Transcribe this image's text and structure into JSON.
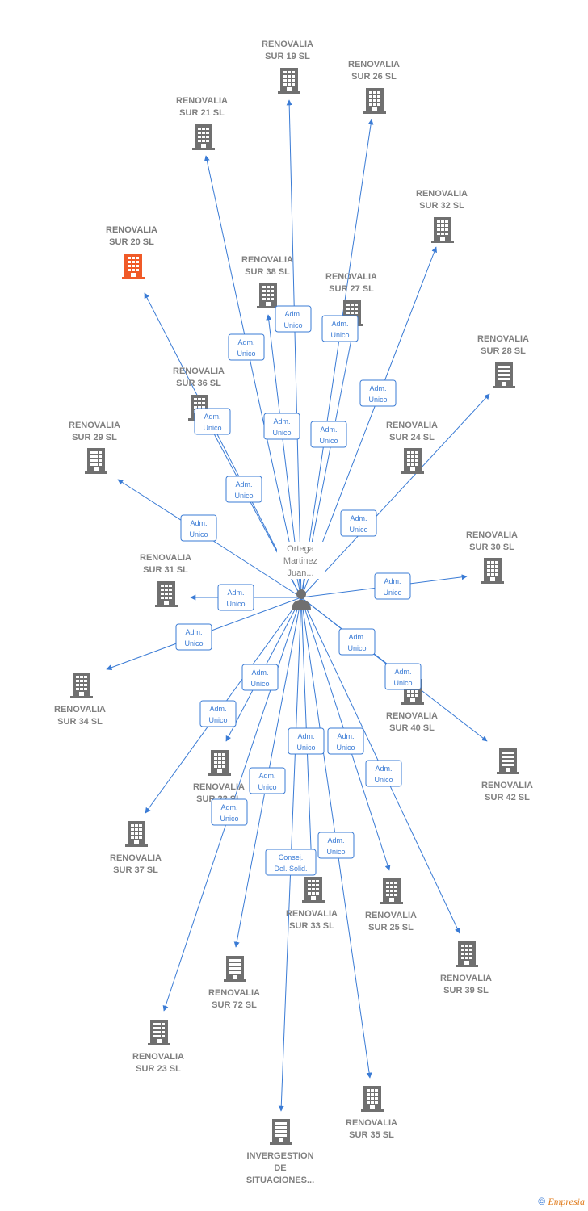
{
  "center": {
    "label_lines": [
      "Ortega",
      "Martinez",
      "Juan..."
    ],
    "icon": "person-icon"
  },
  "companies": [
    {
      "id": "sur19",
      "lines": [
        "RENOVALIA",
        "SUR 19  SL"
      ],
      "highlight": false
    },
    {
      "id": "sur26",
      "lines": [
        "RENOVALIA",
        "SUR 26  SL"
      ],
      "highlight": false
    },
    {
      "id": "sur21",
      "lines": [
        "RENOVALIA",
        "SUR 21  SL"
      ],
      "highlight": false
    },
    {
      "id": "sur32",
      "lines": [
        "RENOVALIA",
        "SUR 32  SL"
      ],
      "highlight": false
    },
    {
      "id": "sur20",
      "lines": [
        "RENOVALIA",
        "SUR 20  SL"
      ],
      "highlight": true
    },
    {
      "id": "sur38",
      "lines": [
        "RENOVALIA",
        "SUR 38  SL"
      ],
      "highlight": false
    },
    {
      "id": "sur27",
      "lines": [
        "RENOVALIA",
        "SUR 27  SL"
      ],
      "highlight": false
    },
    {
      "id": "sur28",
      "lines": [
        "RENOVALIA",
        "SUR 28  SL"
      ],
      "highlight": false
    },
    {
      "id": "sur36",
      "lines": [
        "RENOVALIA",
        "SUR 36  SL"
      ],
      "highlight": false
    },
    {
      "id": "sur29",
      "lines": [
        "RENOVALIA",
        "SUR 29  SL"
      ],
      "highlight": false
    },
    {
      "id": "sur24",
      "lines": [
        "RENOVALIA",
        "SUR 24  SL"
      ],
      "highlight": false
    },
    {
      "id": "sur30",
      "lines": [
        "RENOVALIA",
        "SUR 30  SL"
      ],
      "highlight": false
    },
    {
      "id": "sur31",
      "lines": [
        "RENOVALIA",
        "SUR 31  SL"
      ],
      "highlight": false
    },
    {
      "id": "sur34",
      "lines": [
        "RENOVALIA",
        "SUR 34  SL"
      ],
      "highlight": false
    },
    {
      "id": "sur40",
      "lines": [
        "RENOVALIA",
        "SUR 40  SL"
      ],
      "highlight": false
    },
    {
      "id": "sur42",
      "lines": [
        "RENOVALIA",
        "SUR 42  SL"
      ],
      "highlight": false
    },
    {
      "id": "sur22",
      "lines": [
        "RENOVALIA",
        "SUR 22  SL"
      ],
      "highlight": false
    },
    {
      "id": "sur37",
      "lines": [
        "RENOVALIA",
        "SUR 37  SL"
      ],
      "highlight": false
    },
    {
      "id": "sur33",
      "lines": [
        "RENOVALIA",
        "SUR 33  SL"
      ],
      "highlight": false
    },
    {
      "id": "sur25",
      "lines": [
        "RENOVALIA",
        "SUR 25  SL"
      ],
      "highlight": false
    },
    {
      "id": "sur39",
      "lines": [
        "RENOVALIA",
        "SUR 39  SL"
      ],
      "highlight": false
    },
    {
      "id": "sur72",
      "lines": [
        "RENOVALIA",
        "SUR 72  SL"
      ],
      "highlight": false
    },
    {
      "id": "sur23",
      "lines": [
        "RENOVALIA",
        "SUR 23  SL"
      ],
      "highlight": false
    },
    {
      "id": "sur35",
      "lines": [
        "RENOVALIA",
        "SUR 35  SL"
      ],
      "highlight": false
    },
    {
      "id": "invergestion",
      "lines": [
        "INVERGESTION",
        "DE",
        "SITUACIONES..."
      ],
      "highlight": false
    }
  ],
  "edges": [
    {
      "to": "sur19",
      "label": [
        "Adm.",
        "Unico"
      ]
    },
    {
      "to": "sur26",
      "label": [
        "Adm.",
        "Unico"
      ]
    },
    {
      "to": "sur21",
      "label": [
        "Adm.",
        "Unico"
      ]
    },
    {
      "to": "sur32",
      "label": [
        "Adm.",
        "Unico"
      ]
    },
    {
      "to": "sur20",
      "label": [
        "Adm.",
        "Unico"
      ]
    },
    {
      "to": "sur38",
      "label": [
        "Adm.",
        "Unico"
      ]
    },
    {
      "to": "sur27",
      "label": [
        "Adm.",
        "Unico"
      ]
    },
    {
      "to": "sur28",
      "label": [
        "Adm.",
        "Unico"
      ]
    },
    {
      "to": "sur36",
      "label": [
        "Adm.",
        "Unico"
      ]
    },
    {
      "to": "sur29",
      "label": [
        "Adm.",
        "Unico"
      ]
    },
    {
      "to": "sur30",
      "label": [
        "Adm.",
        "Unico"
      ]
    },
    {
      "to": "sur31",
      "label": [
        "Adm.",
        "Unico"
      ]
    },
    {
      "to": "sur34",
      "label": [
        "Adm.",
        "Unico"
      ]
    },
    {
      "to": "sur40",
      "label": [
        "Adm.",
        "Unico"
      ]
    },
    {
      "to": "sur42",
      "label": [
        "Adm.",
        "Unico"
      ]
    },
    {
      "to": "sur22",
      "label": [
        "Adm.",
        "Unico"
      ]
    },
    {
      "to": "sur37",
      "label": [
        "Adm.",
        "Unico"
      ]
    },
    {
      "to": "sur33",
      "label": [
        "Adm.",
        "Unico"
      ]
    },
    {
      "to": "sur25",
      "label": [
        "Adm.",
        "Unico"
      ]
    },
    {
      "to": "sur39",
      "label": [
        "Adm.",
        "Unico"
      ]
    },
    {
      "to": "sur72",
      "label": [
        "Adm.",
        "Unico"
      ]
    },
    {
      "to": "sur23",
      "label": [
        "Adm.",
        "Unico"
      ]
    },
    {
      "to": "sur35",
      "label": [
        "Adm.",
        "Unico"
      ]
    },
    {
      "to": "invergestion",
      "label": [
        "Consej.",
        "Del. Solid."
      ]
    }
  ],
  "colors": {
    "edge": "#3a7bd5",
    "node": "#707070",
    "highlight": "#f05a28",
    "label": "#808080"
  },
  "footer": {
    "copyright": "©",
    "brand": "Empresia"
  }
}
